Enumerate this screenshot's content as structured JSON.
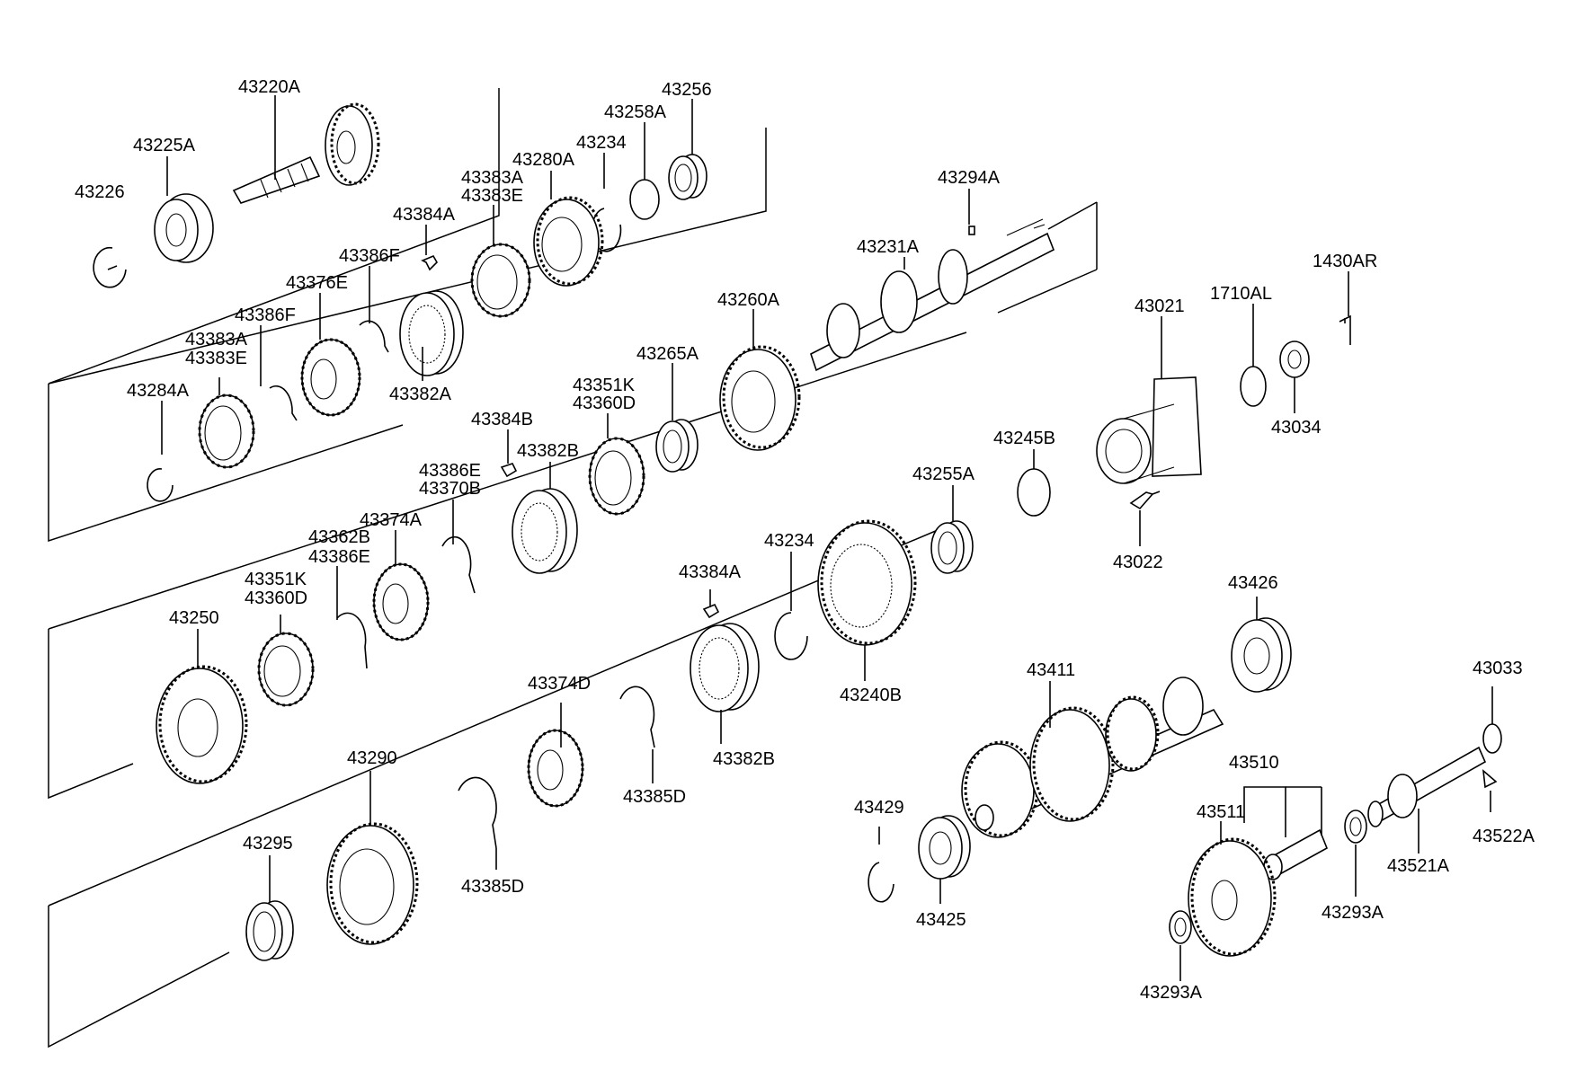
{
  "labels": {
    "p43220A": "43220A",
    "p43225A": "43225A",
    "p43226": "43226",
    "p43256": "43256",
    "p43258A": "43258A",
    "p43234_top": "43234",
    "p43280A": "43280A",
    "p43383A_1": "43383A",
    "p43383E_1": "43383E",
    "p43384A_1": "43384A",
    "p43386F_1": "43386F",
    "p43376E": "43376E",
    "p43386F_2": "43386F",
    "p43383A_2": "43383A",
    "p43383E_2": "43383E",
    "p43284A": "43284A",
    "p43382A": "43382A",
    "p43294A": "43294A",
    "p43231A": "43231A",
    "p43260A": "43260A",
    "p43265A": "43265A",
    "p43351K_1": "43351K",
    "p43360D_1": "43360D",
    "p43384B": "43384B",
    "p43382B_1": "43382B",
    "p43386E_1": "43386E",
    "p43370B": "43370B",
    "p43374A": "43374A",
    "p43362B": "43362B",
    "p43386E_2": "43386E",
    "p43351K_2": "43351K",
    "p43360D_2": "43360D",
    "p43250": "43250",
    "p1430AR": "1430AR",
    "p1710AL": "1710AL",
    "p43021": "43021",
    "p43034": "43034",
    "p43245B": "43245B",
    "p43255A": "43255A",
    "p43022": "43022",
    "p43234_mid": "43234",
    "p43384A_2": "43384A",
    "p43240B": "43240B",
    "p43426": "43426",
    "p43411": "43411",
    "p43033": "43033",
    "p43374D": "43374D",
    "p43385D_1": "43385D",
    "p43382B_2": "43382B",
    "p43290": "43290",
    "p43295": "43295",
    "p43385D_2": "43385D",
    "p43429": "43429",
    "p43425": "43425",
    "p43510": "43510",
    "p43511": "43511",
    "p43293A_1": "43293A",
    "p43293A_2": "43293A",
    "p43521A": "43521A",
    "p43522A": "43522A"
  }
}
